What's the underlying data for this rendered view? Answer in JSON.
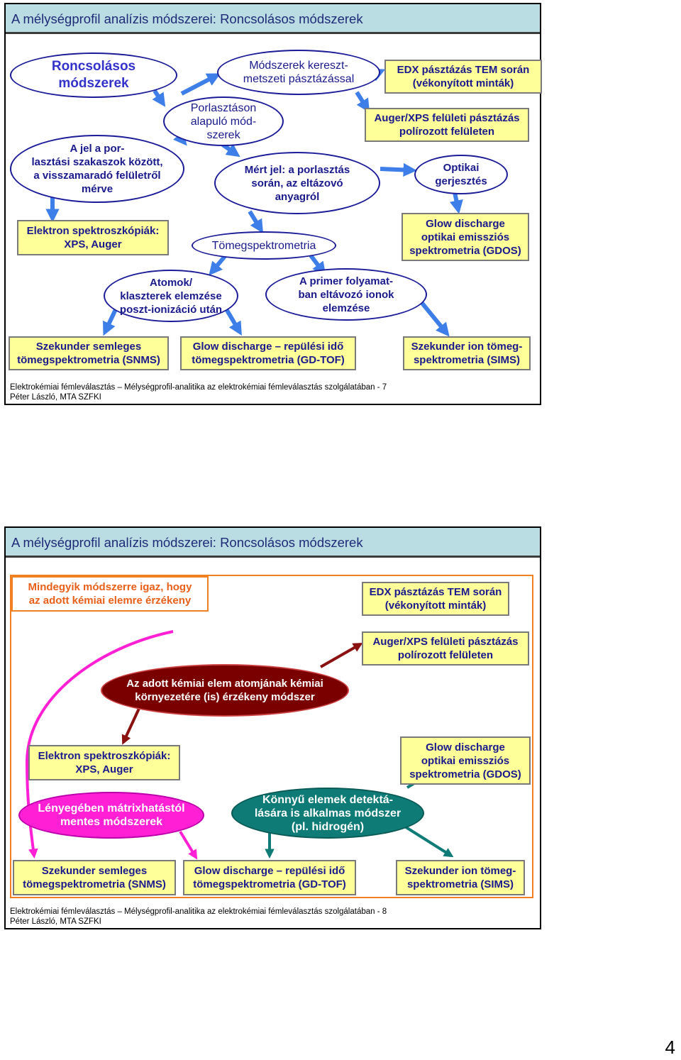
{
  "slide1": {
    "title": "A mélységprofil analízis módszerei: Roncsolásos módszerek",
    "nodes": {
      "roncsolasos": "Roncsolásos\nmódszerek",
      "keresztmetszeti": "Módszerek kereszt-\nmetszeti pásztázással",
      "edx": "EDX pásztázás TEM során\n(vékonyított minták)",
      "jel_porlasztasi": "A jel a por-\nlasztási szakaszok között,\na visszamaradó felületről\nmérve",
      "porlasztason": "Porlasztáson\nalapuló mód-\nszerek",
      "auger_xps": "Auger/XPS felületi pásztázás\npolírozott felületen",
      "mert_jel": "Mért jel: a porlasztás\nsorán, az eltázovó\nanyagról",
      "optikai": "Optikai\ngerjesztés",
      "elektron": "Elektron spektroszkópiák:\nXPS, Auger",
      "tomegspektrometria": "Tömegspektrometria",
      "gdos": "Glow discharge\noptikai emissziós\nspektrometria (GDOS)",
      "atomok": "Atomok/\nklaszterek elemzése\nposzt-ionizáció után",
      "primer": "A primer folyamat-\nban eltávozó ionok\nelemzése",
      "snms": "Szekunder semleges\ntömegspektrometria (SNMS)",
      "gdtof": "Glow discharge – repülési idő\ntömegspektrometria (GD-TOF)",
      "sims": "Szekunder ion tömeg-\nspektrometria (SIMS)"
    },
    "footer_line1": "Elektrokémiai fémleválasztás – Mélységprofil-analitika az elektrokémiai fémleválasztás szolgálatában - 7",
    "footer_line2": "Péter László, MTA SZFKI"
  },
  "slide2": {
    "title": "A mélységprofil analízis módszerei: Roncsolásos módszerek",
    "nodes": {
      "mindegyik": "Mindegyik módszerre igaz, hogy\naz adott kémiai elemre érzékeny",
      "edx": "EDX pásztázás TEM során\n(vékonyított minták)",
      "auger_xps": "Auger/XPS felületi pásztázás\npolírozott felületen",
      "kemiai_kornyezet": "Az adott kémiai elem atomjának kémiai\nkörnyezetére (is) érzékeny módszer",
      "elektron": "Elektron spektroszkópiák:\nXPS, Auger",
      "gdos": "Glow discharge\noptikai emissziós\nspektrometria (GDOS)",
      "matrixhatas": "Lényegében mátrixhatástól\nmentes módszerek",
      "konnyu": "Könnyű elemek detektá-\nlására is alkalmas módszer\n(pl. hidrogén)",
      "snms": "Szekunder semleges\ntömegspektrometria (SNMS)",
      "gdtof": "Glow discharge – repülési idő\ntömegspektrometria (GD-TOF)",
      "sims": "Szekunder ion tömeg-\nspektrometria (SIMS)"
    },
    "footer_line1": "Elektrokémiai fémleválasztás – Mélységprofil-analitika az elektrokémiai fémleválasztás szolgálatában - 8",
    "footer_line2": "Péter László, MTA SZFKI"
  },
  "page_number": "4",
  "colors": {
    "title_bg": "#b9dde2",
    "title_text": "#1f2a78",
    "box_fill": "#ffff99",
    "node_text": "#1a1a8c",
    "arrow_blue": "#3d7ee8",
    "arrow_red": "#8b1010",
    "arrow_magenta": "#ff1fd4",
    "arrow_teal": "#0f7b76",
    "orange": "#f08020"
  }
}
